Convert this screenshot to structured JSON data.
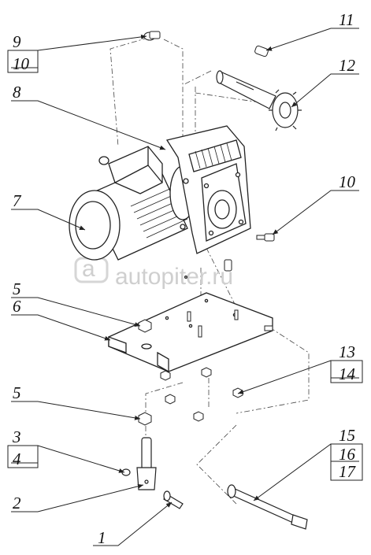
{
  "callouts": {
    "c1": "1",
    "c2": "2",
    "c3": "3",
    "c4": "4",
    "c5a": "5",
    "c5b": "5",
    "c6": "6",
    "c7": "7",
    "c8": "8",
    "c9": "9",
    "c10a": "10",
    "c10b": "10",
    "c11": "11",
    "c12": "12",
    "c13": "13",
    "c14": "14",
    "c15": "15",
    "c16": "16",
    "c17": "17"
  },
  "watermark": {
    "text": "autopiter.ru"
  }
}
